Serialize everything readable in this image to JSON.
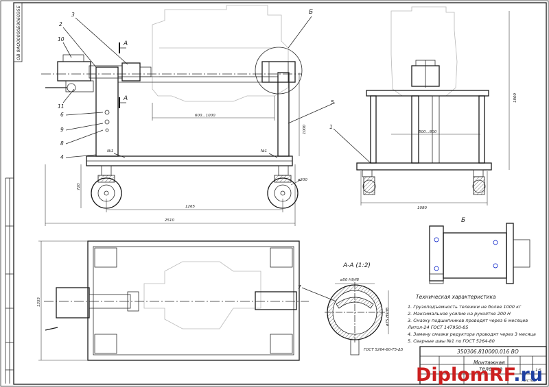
{
  "drawing": {
    "code_topleft": "ОВ 9АО00000Б9060Э5Е",
    "positions": [
      "2",
      "3",
      "10",
      "11",
      "6",
      "9",
      "8",
      "4",
      "5",
      "1",
      "7"
    ],
    "section_label": "А",
    "view_label": "Б",
    "section_view_title": "А-А (1:2)",
    "weld_mark_1": "№1",
    "weld_mark_2": "№1",
    "dimensions": {
      "d_600_1000": "600...1000",
      "d_1000": "1000",
      "d_1265": "1265",
      "d_2510": "2510",
      "d_720": "720",
      "d_200": "ø200",
      "d_500_800": "500...800",
      "d_1080": "1080",
      "d_1800": "1800",
      "d_1355": "1355",
      "d_shaft_1": "ø50 H9/f8",
      "d_shaft_2": "ø75 H9/f8"
    },
    "gost_label": "ГОСТ 5264-80-Т5-Δ5",
    "tech_title": "Техническая характеристика",
    "tech_items": [
      "1. Грузоподъемность тележки не более 1000 кг",
      "2. Максимальное усилие на рукоятке   200 Н",
      "3. Смазку подшипников проводят через 6 месяцев",
      "   Литол-24 ГОСТ 147950-85",
      "4. Замену смазки редуктора проводят через 3 месяца",
      "5. Сварные швы №1 по   ГОСТ 5264-80"
    ],
    "title_block": {
      "doc_number": "350306.810000.016 ВО",
      "name_line1": "Монтажная",
      "name_line2": "тележка",
      "scale": "1:5",
      "mass": "",
      "sheet": "Листов"
    },
    "watermark": {
      "text_main": "DiplomRF",
      "text_suffix": ".ru",
      "color_main": "#cc1f1f",
      "color_suffix": "#1f3fa0"
    }
  }
}
